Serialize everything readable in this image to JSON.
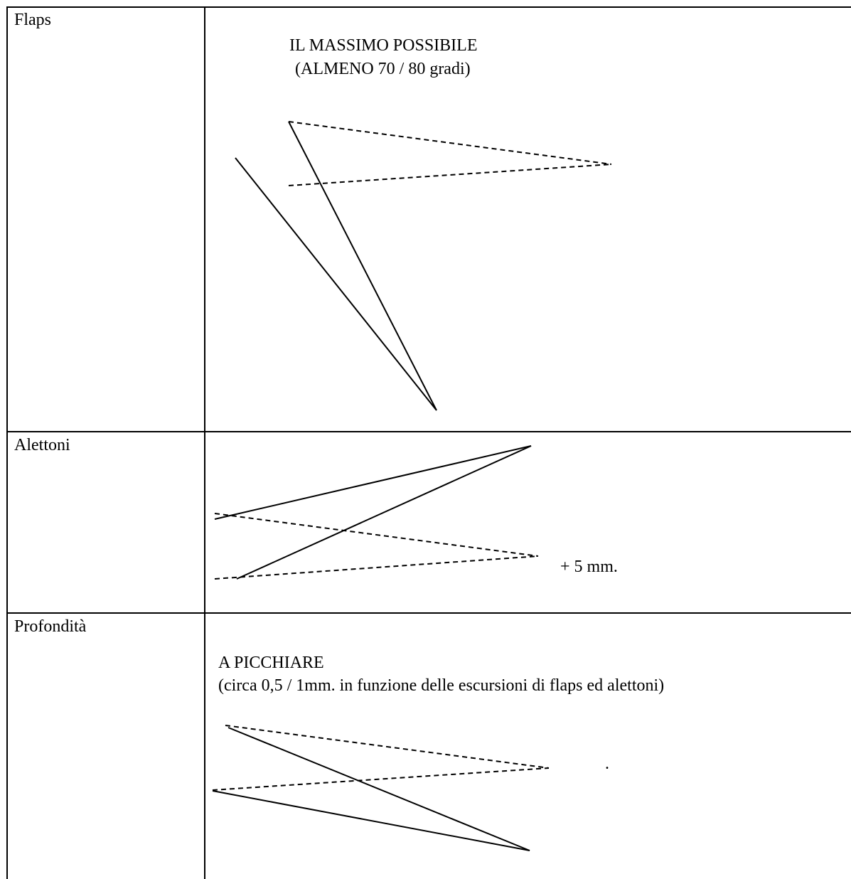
{
  "rows": [
    {
      "label": "Flaps",
      "note_line1": "IL MASSIMO POSSIBILE",
      "note_line2": "(ALMENO  70 / 80 gradi)"
    },
    {
      "label": "Alettoni",
      "note": "+ 5  mm."
    },
    {
      "label": "Profondità",
      "note_line1": "A PICCHIARE",
      "note_line2": "(circa 0,5 / 1mm. in funzione delle escursioni di flaps ed alettoni)",
      "mark": "."
    }
  ]
}
